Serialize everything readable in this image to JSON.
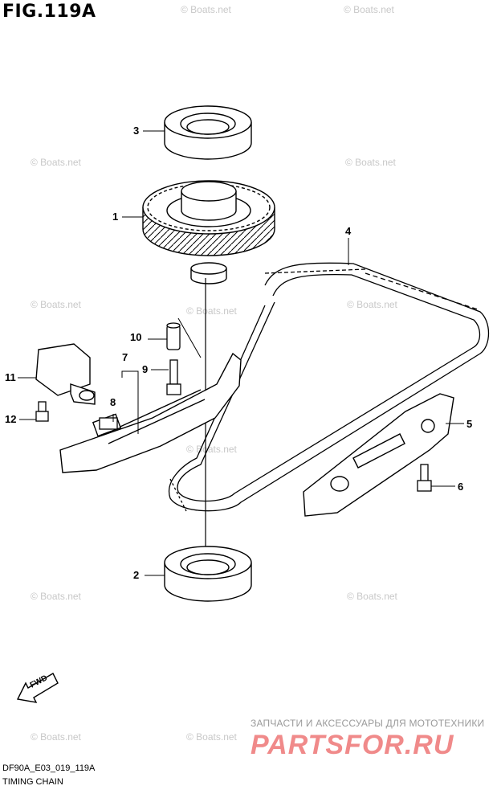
{
  "figure": {
    "title": "FIG.119A",
    "code": "DF90A_E03_019_119A",
    "name": "TIMING CHAIN"
  },
  "callouts": [
    {
      "id": "1",
      "label": "1"
    },
    {
      "id": "2",
      "label": "2"
    },
    {
      "id": "3",
      "label": "3"
    },
    {
      "id": "4",
      "label": "4"
    },
    {
      "id": "5",
      "label": "5"
    },
    {
      "id": "6",
      "label": "6"
    },
    {
      "id": "7",
      "label": "7"
    },
    {
      "id": "8",
      "label": "8"
    },
    {
      "id": "9",
      "label": "9"
    },
    {
      "id": "10",
      "label": "10"
    },
    {
      "id": "11",
      "label": "11"
    },
    {
      "id": "12",
      "label": "12"
    }
  ],
  "watermark": "© Boats.net",
  "direction_marker": "FWD",
  "ad": {
    "tagline": "ЗАПЧАСТИ И АКСЕССУАРЫ ДЛЯ МОТОТЕХНИКИ",
    "brand": "PARTSFOR.RU"
  },
  "colors": {
    "line": "#000000",
    "watermark": "#c8c8c8",
    "brand": "#f08a8a"
  }
}
